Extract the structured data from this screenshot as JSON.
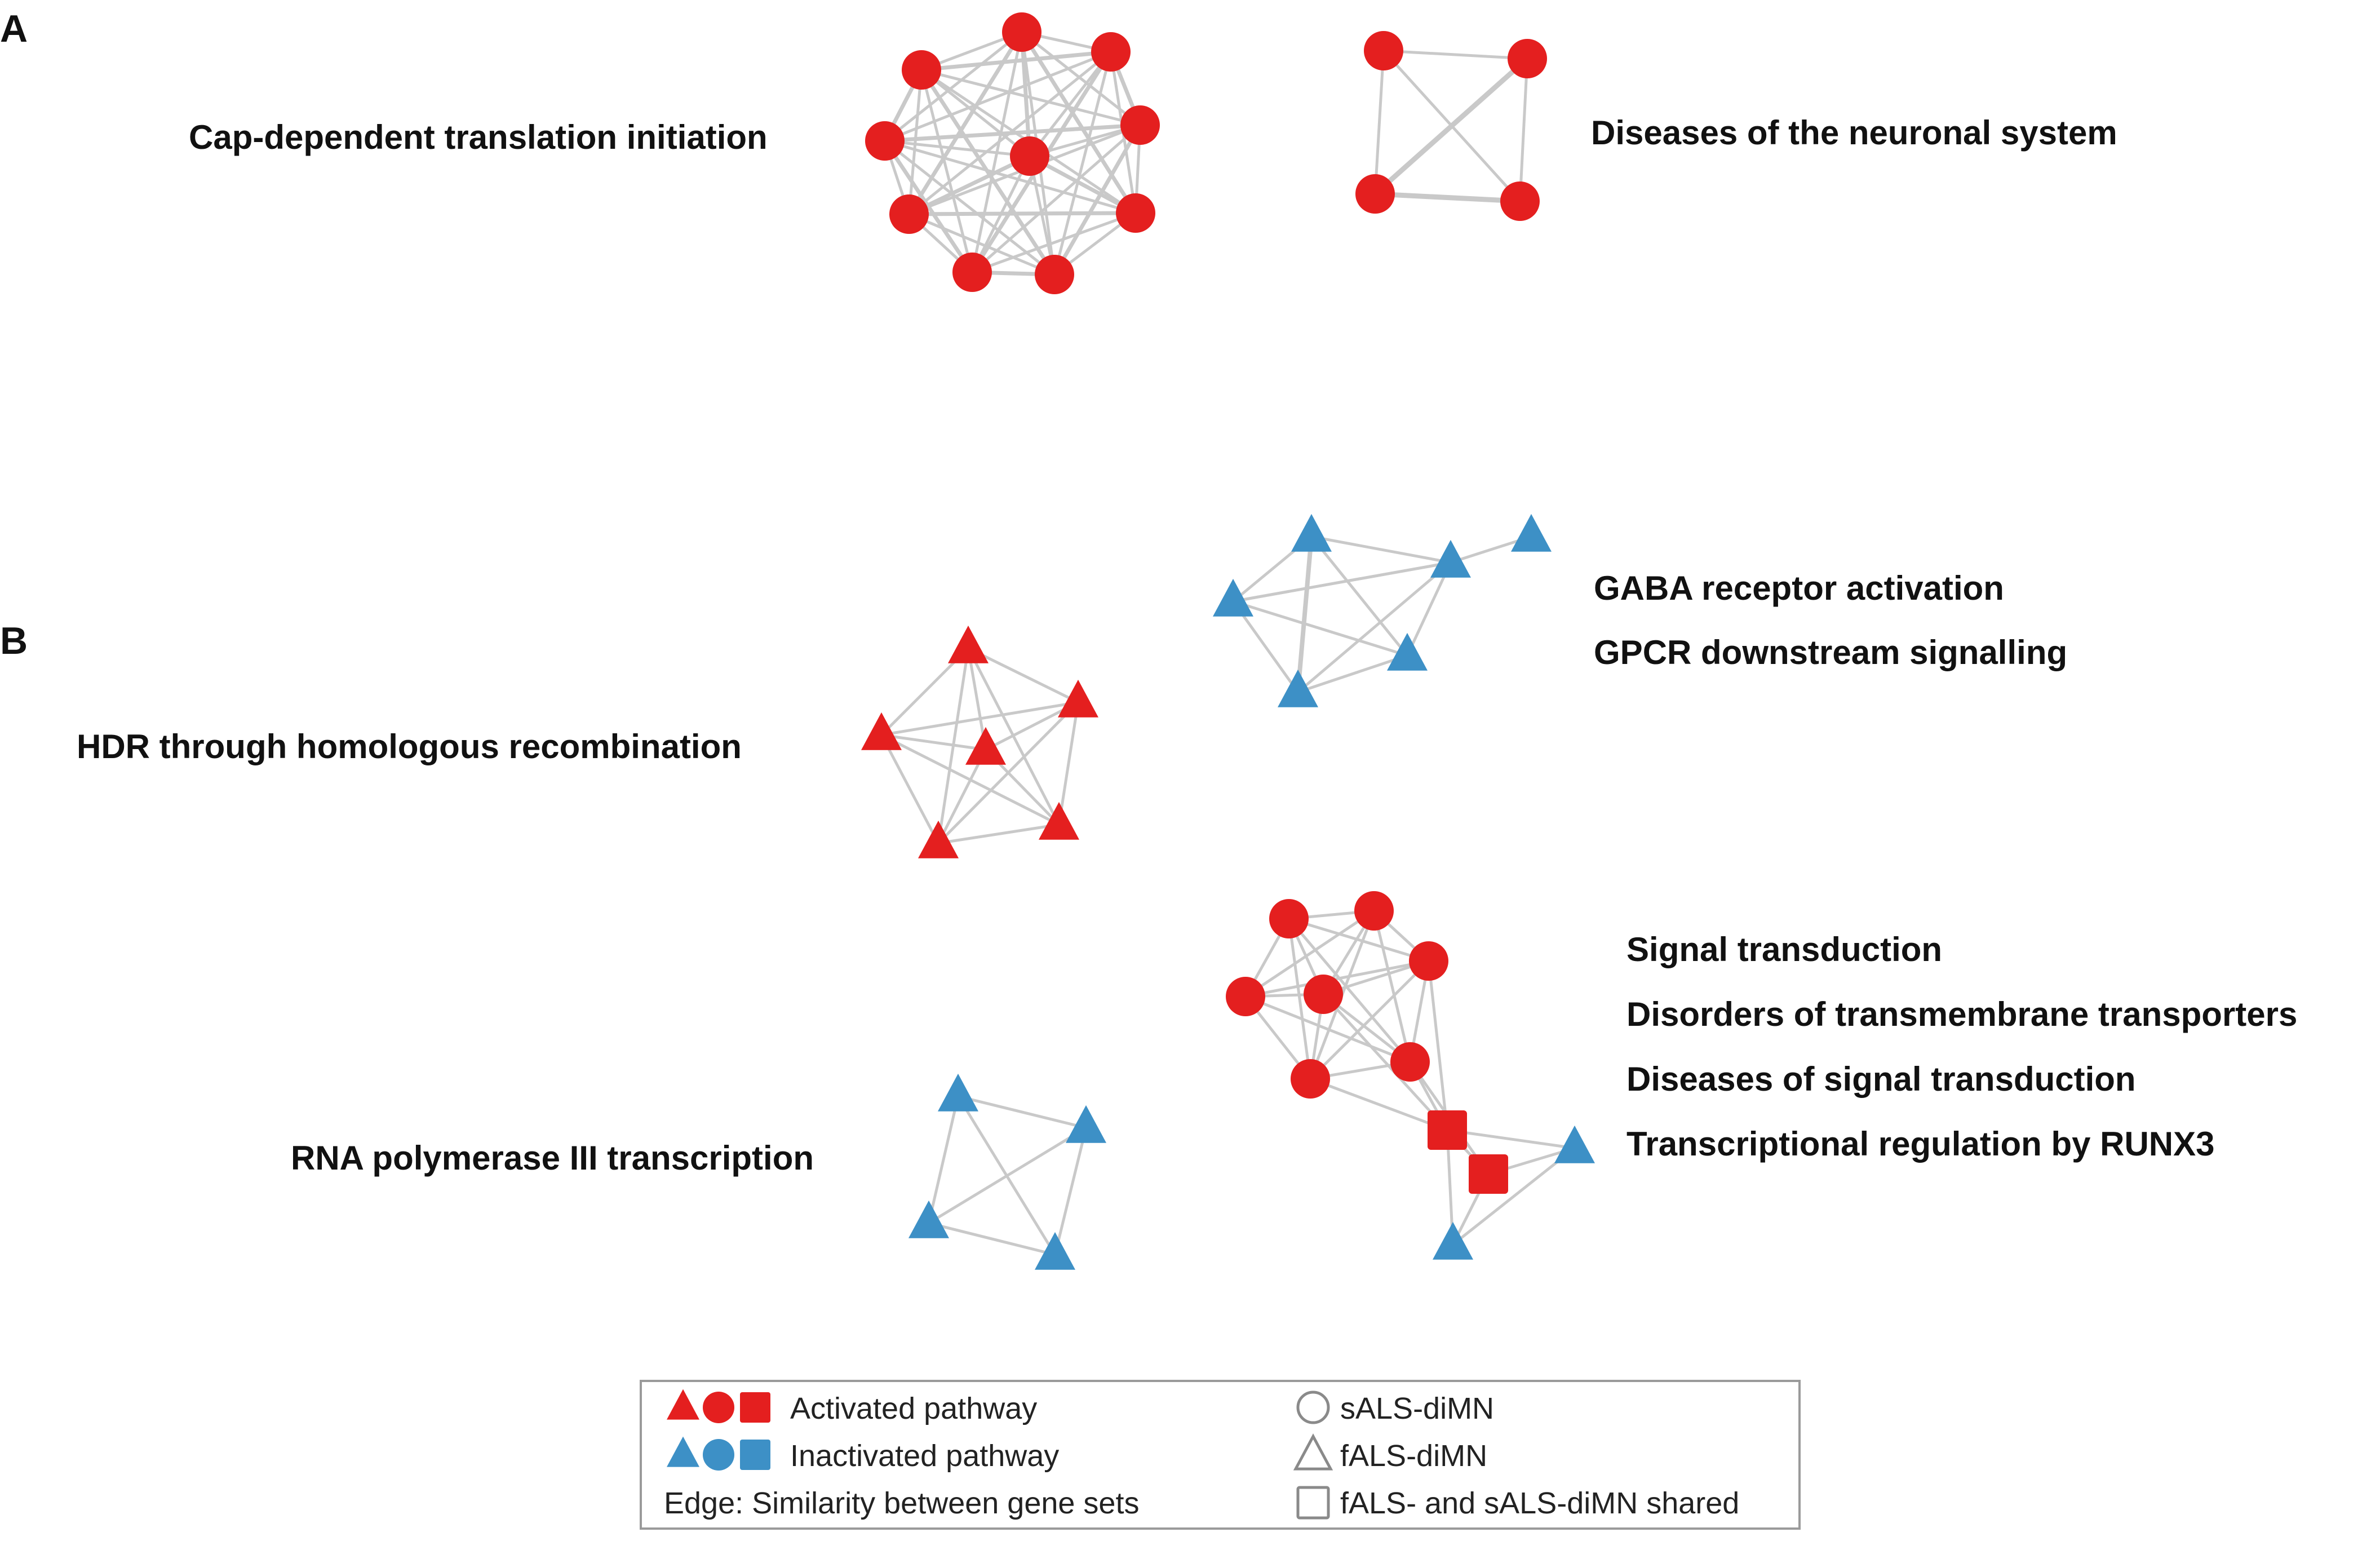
{
  "panels": {
    "a": "A",
    "b": "B"
  },
  "colors": {
    "activated": "#e41f1f",
    "inactivated": "#3d90c6",
    "edge": "#c9c9c9",
    "legend_outline": "#8a8a8a"
  },
  "networks": [
    {
      "id": "cap",
      "label": "Cap-dependent translation initiation",
      "direction": "activated",
      "shape": "circle"
    },
    {
      "id": "neuronal",
      "label": "Diseases of the neuronal system",
      "direction": "activated",
      "shape": "circle"
    },
    {
      "id": "gaba",
      "labels": [
        "GABA receptor activation",
        "GPCR downstream signalling"
      ],
      "direction": "inactivated",
      "shape": "triangle"
    },
    {
      "id": "hdr",
      "label": "HDR through homologous recombination",
      "direction": "activated",
      "shape": "triangle"
    },
    {
      "id": "signal",
      "labels": [
        "Signal transduction",
        "Disorders of transmembrane transporters",
        "Diseases of signal transduction",
        "Transcriptional regulation by RUNX3"
      ],
      "direction": "mixed",
      "shape": "mixed"
    },
    {
      "id": "rnapol",
      "label": "RNA polymerase III transcription",
      "direction": "inactivated",
      "shape": "triangle"
    }
  ],
  "legend": {
    "activated": "Activated pathway",
    "inactivated": "Inactivated pathway",
    "edge": "Edge: Similarity between gene sets",
    "circle": "sALS-diMN",
    "triangle": "fALS-diMN",
    "square": "fALS- and sALS-diMN shared"
  }
}
